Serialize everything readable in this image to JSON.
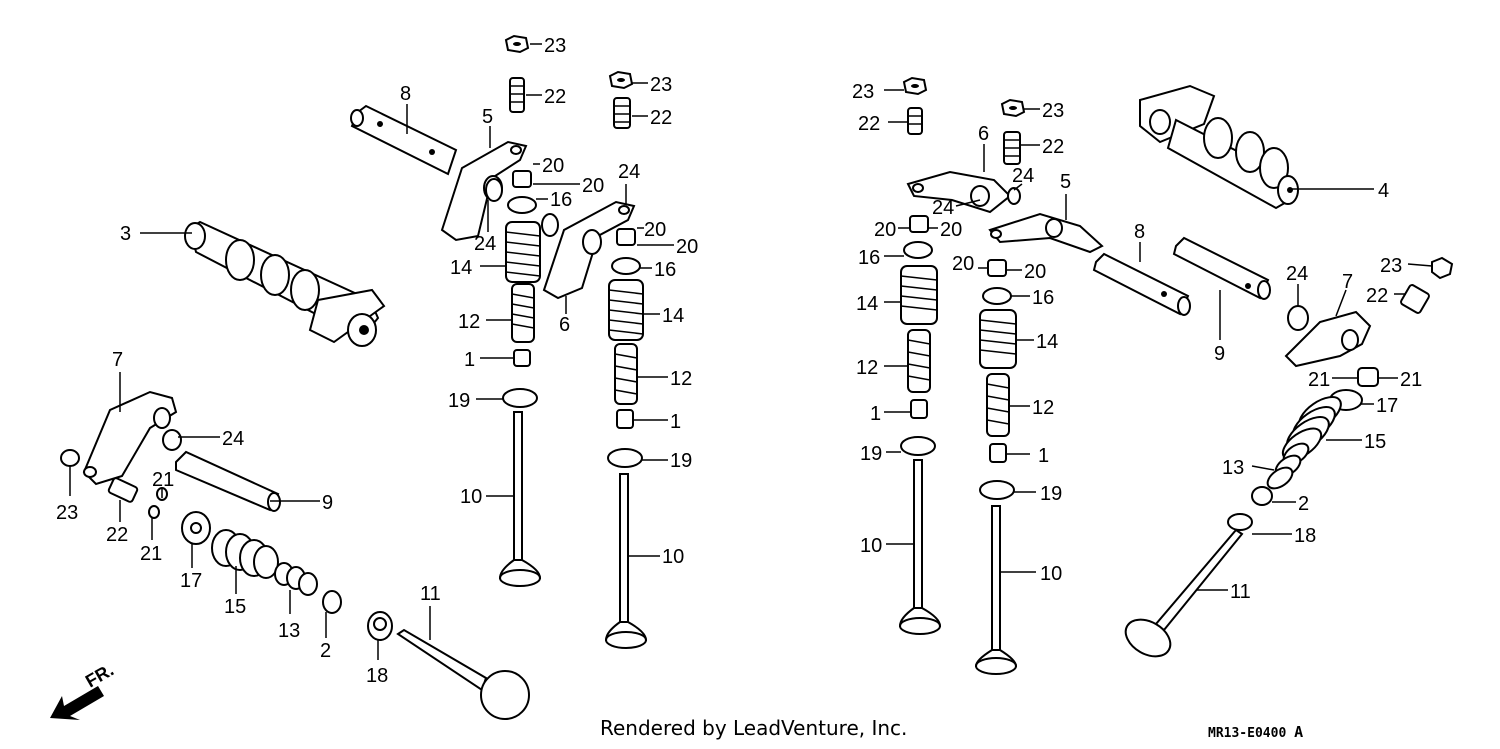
{
  "credit": "Rendered by LeadVenture, Inc.",
  "diagram_code": "MR13-E0400",
  "diagram_variant": "A",
  "front_marker": "FR.",
  "callouts": [
    "1",
    "2",
    "3",
    "4",
    "5",
    "6",
    "7",
    "8",
    "9",
    "10",
    "11",
    "12",
    "13",
    "14",
    "15",
    "16",
    "17",
    "18",
    "19",
    "20",
    "21",
    "22",
    "23",
    "24"
  ]
}
